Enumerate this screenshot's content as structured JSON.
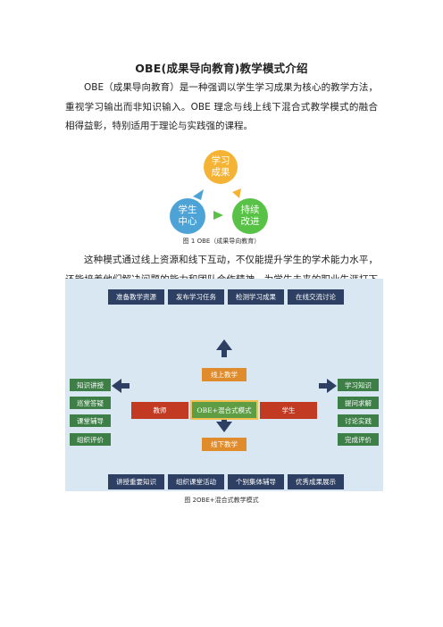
{
  "title": "OBE(成果导向教育)教学模式介绍",
  "paragraph1": "OBE（成果导向教育）是一种强调以学生学习成果为核心的教学方法，重视学习输出而非知识输入。OBE 理念与线上线下混合式教学模式的融合相得益彰，特别适用于理论与实践强的课程。",
  "figure1": {
    "top": "学习\n成果",
    "left": "学生\n中心",
    "right": "持续\n改进",
    "caption": "图 1 OBE（成果导向教育）",
    "colors": {
      "top": "#f5b335",
      "left": "#4ea3d6",
      "right": "#58c246"
    }
  },
  "paragraph2": "这种模式通过线上资源和线下互动，不仅能提升学生的学术能力水平，还能培养他们解决问题的能力和团队合作精神，为学生未来的职业生涯打下了坚实的基础。",
  "figure2": {
    "top_row": [
      "准备教学资源",
      "发布学习任务",
      "检测学习成果",
      "在线交流讨论"
    ],
    "online": "线上教学",
    "offline": "线下教学",
    "teacher": "教师",
    "student": "学生",
    "center": "OBE+混合式模式",
    "left_col": [
      "知识讲授",
      "巡堂答疑",
      "课堂辅导",
      "组织评价"
    ],
    "right_col": [
      "学习知识",
      "提问求解",
      "讨论实践",
      "完成评价"
    ],
    "bottom_row": [
      "讲授重要知识",
      "组织课堂活动",
      "个别集体辅导",
      "优秀成果展示"
    ],
    "caption": "图 2OBE+混合式教学模式"
  }
}
